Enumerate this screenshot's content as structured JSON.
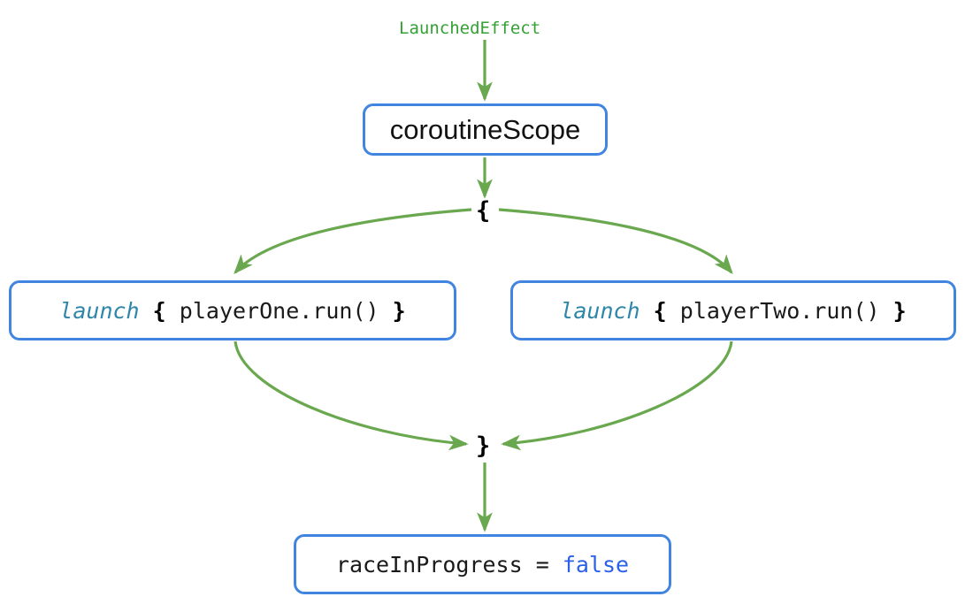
{
  "diagram": {
    "title": "LaunchedEffect coroutineScope race flow",
    "colors": {
      "edge_green": "#6aa84f",
      "node_border_blue": "#4285e0",
      "keyword_teal": "#2e86a8",
      "literal_blue": "#2a61e8",
      "label_green": "#35a035",
      "text_black": "#1a1a1a",
      "background": "#ffffff"
    },
    "entry_label": "LaunchedEffect",
    "brace_open": "{",
    "brace_close": "}",
    "nodes": [
      {
        "id": "coroutine-scope",
        "name": "coroutine-scope-node",
        "text": "coroutineScope",
        "style": "sans"
      },
      {
        "id": "launch-player-one",
        "name": "launch-player-one-node",
        "keyword": "launch",
        "open": "{",
        "body": "playerOne.run()",
        "close": "}",
        "style": "mono"
      },
      {
        "id": "launch-player-two",
        "name": "launch-player-two-node",
        "keyword": "launch",
        "open": "{",
        "body": "playerTwo.run()",
        "close": "}",
        "style": "mono"
      },
      {
        "id": "race-in-progress",
        "name": "race-in-progress-node",
        "lhs": "raceInProgress",
        "operator": "=",
        "rhs": "false",
        "style": "mono"
      }
    ],
    "edges": [
      {
        "from": "LaunchedEffect",
        "to": "coroutineScope"
      },
      {
        "from": "coroutineScope",
        "to": "{"
      },
      {
        "from": "{",
        "to": "launch { playerOne.run() }"
      },
      {
        "from": "{",
        "to": "launch { playerTwo.run() }"
      },
      {
        "from": "launch { playerOne.run() }",
        "to": "}"
      },
      {
        "from": "launch { playerTwo.run() }",
        "to": "}"
      },
      {
        "from": "}",
        "to": "raceInProgress = false"
      }
    ]
  }
}
